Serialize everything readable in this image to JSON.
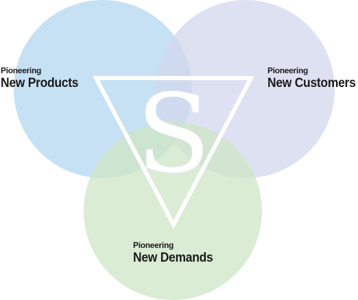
{
  "diagram": {
    "circles": [
      {
        "id": "products",
        "prefix": "Pioneering",
        "title": "New Products",
        "color": "#bcdcf2"
      },
      {
        "id": "customers",
        "prefix": "Pioneering",
        "title": "New Customers",
        "color": "#d3d7ee"
      },
      {
        "id": "demands",
        "prefix": "Pioneering",
        "title": "New Demands",
        "color": "#cde6c5"
      }
    ],
    "emblem": {
      "letter": "S",
      "shape": "inverted-triangle",
      "outline_color": "#ffffff",
      "letter_color": "#ffffff"
    }
  }
}
